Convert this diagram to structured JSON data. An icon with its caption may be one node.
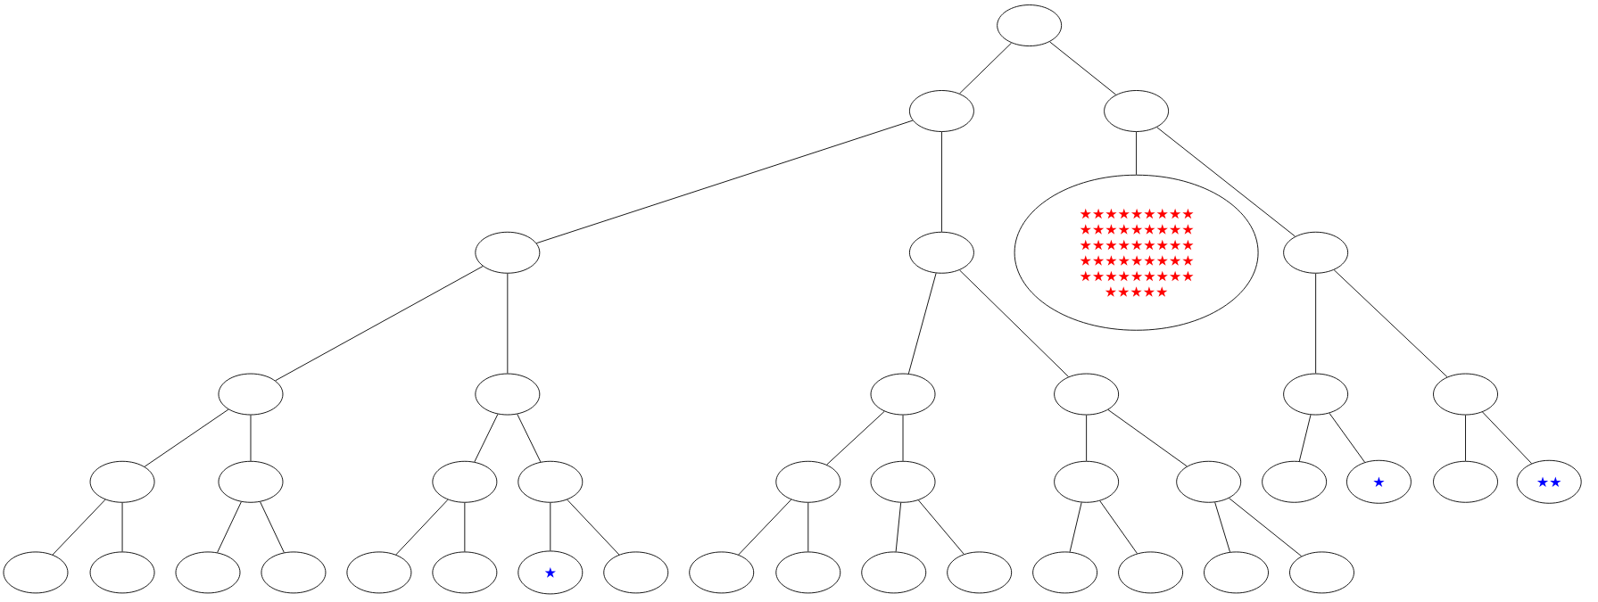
{
  "diagram": {
    "nodes": [
      {
        "text": [],
        "shape": "ellipse"
      },
      {
        "text": [],
        "shape": "ellipse"
      },
      {
        "text": [],
        "shape": "ellipse"
      },
      {
        "text": [],
        "shape": "ellipse"
      },
      {
        "text": [],
        "shape": "ellipse"
      },
      {
        "text": [
          "★★★★★★★★★ ★★★★★★★★★ ★★★★★★★★★ ★★★★★★★★★ ★★★★★★★★★ ★★★★★"
        ]
      },
      {
        "text": [],
        "shape": "ellipse"
      },
      {
        "text": [],
        "shape": "ellipse"
      },
      {
        "text": [],
        "shape": "ellipse"
      },
      {
        "text": [],
        "shape": "ellipse"
      },
      {
        "text": [],
        "shape": "ellipse"
      },
      {
        "text": [],
        "shape": "ellipse"
      },
      {
        "text": [],
        "shape": "ellipse"
      },
      {
        "text": [],
        "shape": "ellipse"
      },
      {
        "text": [],
        "shape": "ellipse"
      },
      {
        "text": [],
        "shape": "ellipse"
      },
      {
        "text": [],
        "shape": "ellipse"
      },
      {
        "text": [],
        "shape": "ellipse"
      },
      {
        "text": [],
        "shape": "ellipse"
      },
      {
        "text": [],
        "shape": "ellipse"
      },
      {
        "text": [],
        "shape": "ellipse"
      },
      {
        "text": [],
        "shape": "ellipse"
      },
      {
        "text": [
          "★"
        ]
      },
      {
        "text": [],
        "shape": "ellipse"
      },
      {
        "text": [
          "★★"
        ]
      },
      {
        "text": [],
        "shape": "ellipse"
      },
      {
        "text": [],
        "shape": "ellipse"
      },
      {
        "text": [],
        "shape": "ellipse"
      },
      {
        "text": [],
        "shape": "ellipse"
      },
      {
        "text": [],
        "shape": "ellipse"
      },
      {
        "text": [],
        "shape": "ellipse"
      },
      {
        "text": [
          "★"
        ]
      },
      {
        "text": [],
        "shape": "ellipse"
      },
      {
        "text": [],
        "shape": "ellipse"
      },
      {
        "text": [],
        "shape": "ellipse"
      },
      {
        "text": [],
        "shape": "ellipse"
      },
      {
        "text": [],
        "shape": "ellipse"
      },
      {
        "text": [],
        "shape": "ellipse"
      },
      {
        "text": [],
        "shape": "ellipse"
      },
      {
        "text": [],
        "shape": "ellipse"
      },
      {
        "text": [],
        "shape": "ellipse"
      }
    ],
    "edges": [
      {
        "from": 0,
        "to": 1,
        "arrow": "none"
      },
      {
        "from": 0,
        "to": 2,
        "arrow": "none"
      },
      {
        "from": 1,
        "to": 3,
        "arrow": "none"
      },
      {
        "from": 1,
        "to": 4,
        "arrow": "none"
      },
      {
        "from": 2,
        "to": 5,
        "arrow": "none"
      },
      {
        "from": 2,
        "to": 6,
        "arrow": "none"
      },
      {
        "from": 3,
        "to": 7,
        "arrow": "none"
      },
      {
        "from": 3,
        "to": 8,
        "arrow": "none"
      },
      {
        "from": 4,
        "to": 9,
        "arrow": "none"
      },
      {
        "from": 4,
        "to": 10,
        "arrow": "none"
      },
      {
        "from": 6,
        "to": 11,
        "arrow": "none"
      },
      {
        "from": 6,
        "to": 12,
        "arrow": "none"
      },
      {
        "from": 7,
        "to": 13,
        "arrow": "none"
      },
      {
        "from": 7,
        "to": 14,
        "arrow": "none"
      },
      {
        "from": 8,
        "to": 15,
        "arrow": "none"
      },
      {
        "from": 8,
        "to": 16,
        "arrow": "none"
      },
      {
        "from": 9,
        "to": 17,
        "arrow": "none"
      },
      {
        "from": 9,
        "to": 18,
        "arrow": "none"
      },
      {
        "from": 10,
        "to": 19,
        "arrow": "none"
      },
      {
        "from": 10,
        "to": 20,
        "arrow": "none"
      },
      {
        "from": 11,
        "to": 21,
        "arrow": "none"
      },
      {
        "from": 11,
        "to": 22,
        "arrow": "none"
      },
      {
        "from": 12,
        "to": 23,
        "arrow": "none"
      },
      {
        "from": 12,
        "to": 24,
        "arrow": "none"
      },
      {
        "from": 13,
        "to": 25,
        "arrow": "none"
      },
      {
        "from": 13,
        "to": 26,
        "arrow": "none"
      },
      {
        "from": 14,
        "to": 27,
        "arrow": "none"
      },
      {
        "from": 14,
        "to": 28,
        "arrow": "none"
      },
      {
        "from": 15,
        "to": 29,
        "arrow": "none"
      },
      {
        "from": 15,
        "to": 30,
        "arrow": "none"
      },
      {
        "from": 16,
        "to": 31,
        "arrow": "none"
      },
      {
        "from": 16,
        "to": 32,
        "arrow": "none"
      },
      {
        "from": 17,
        "to": 33,
        "arrow": "none"
      },
      {
        "from": 17,
        "to": 34,
        "arrow": "none"
      },
      {
        "from": 18,
        "to": 35,
        "arrow": "none"
      },
      {
        "from": 18,
        "to": 36,
        "arrow": "none"
      },
      {
        "from": 19,
        "to": 37,
        "arrow": "none"
      },
      {
        "from": 19,
        "to": 38,
        "arrow": "none"
      },
      {
        "from": 20,
        "to": 39,
        "arrow": "none"
      },
      {
        "from": 20,
        "to": 40,
        "arrow": "none"
      }
    ]
  }
}
